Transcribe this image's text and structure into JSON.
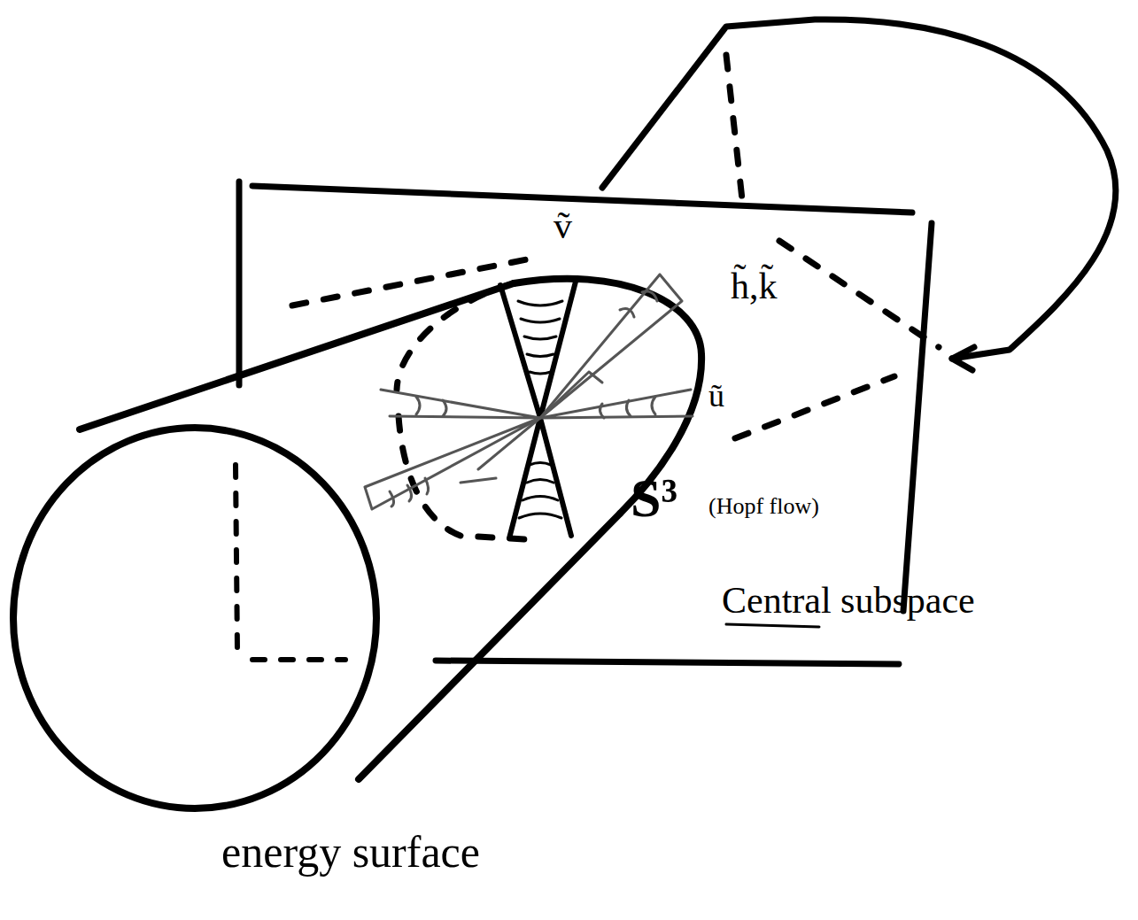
{
  "diagram": {
    "labels": [
      "ṽ",
      "h̃,k̃",
      "ũ",
      "S³",
      "(Hopf flow)",
      "Central subspace",
      "energy surface"
    ]
  }
}
